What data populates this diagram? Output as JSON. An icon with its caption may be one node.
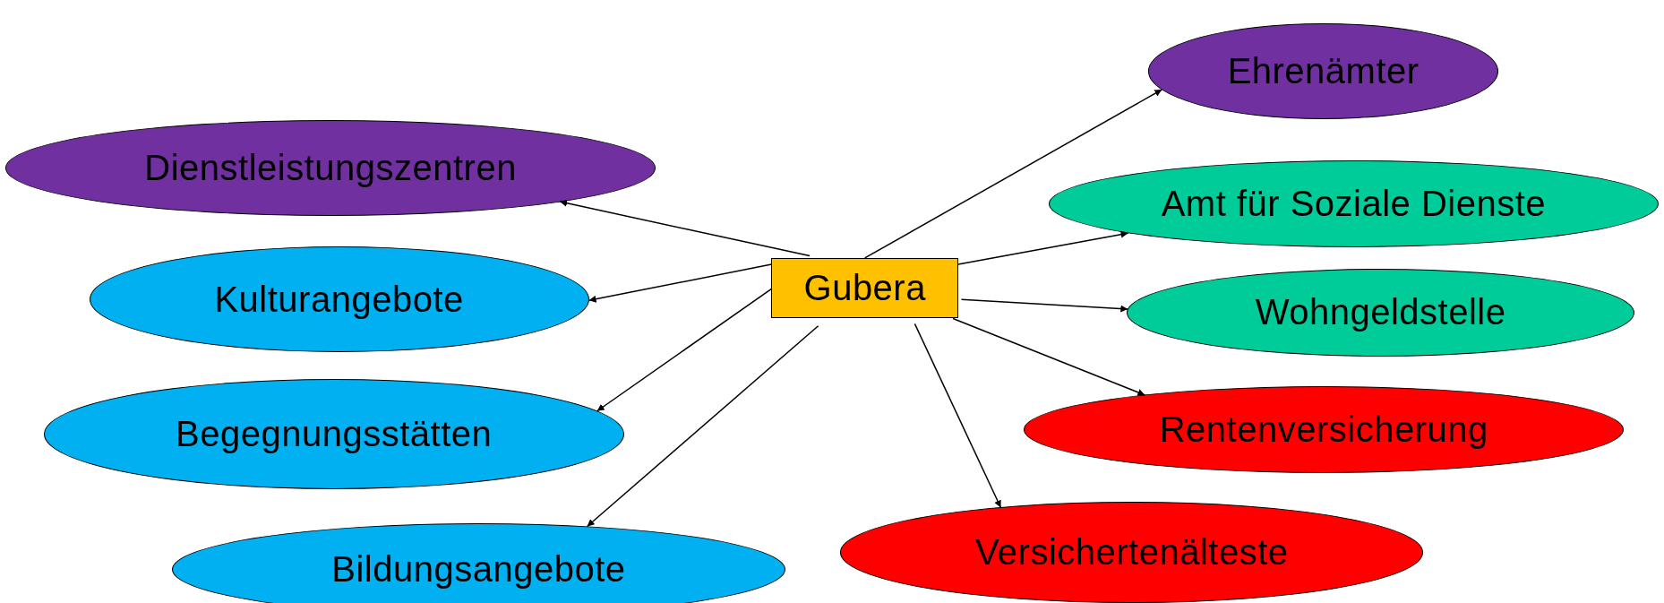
{
  "diagram": {
    "nodes": [
      {
        "text": [
          "Gubera"
        ]
      },
      {
        "text": [
          "Ehrenämter"
        ]
      },
      {
        "text": [
          "Dienstleistungszentren"
        ]
      },
      {
        "text": [
          "Amt für Soziale Dienste"
        ]
      },
      {
        "text": [
          "Kulturangebote"
        ]
      },
      {
        "text": [
          "Wohngeldstelle"
        ]
      },
      {
        "text": [
          "Begegnungsstätten"
        ]
      },
      {
        "text": [
          "Rentenversicherung"
        ]
      },
      {
        "text": [
          "Bildungsangebote"
        ]
      },
      {
        "text": [
          "Versichertenälteste"
        ]
      }
    ],
    "edges": [
      {
        "from": 0,
        "to": 1,
        "arrow": "to"
      },
      {
        "from": 0,
        "to": 2,
        "arrow": "to"
      },
      {
        "from": 0,
        "to": 3,
        "arrow": "to"
      },
      {
        "from": 0,
        "to": 4,
        "arrow": "to"
      },
      {
        "from": 0,
        "to": 5,
        "arrow": "to"
      },
      {
        "from": 0,
        "to": 6,
        "arrow": "to"
      },
      {
        "from": 0,
        "to": 7,
        "arrow": "to"
      },
      {
        "from": 0,
        "to": 8,
        "arrow": "to"
      },
      {
        "from": 0,
        "to": 9,
        "arrow": "to"
      }
    ]
  }
}
